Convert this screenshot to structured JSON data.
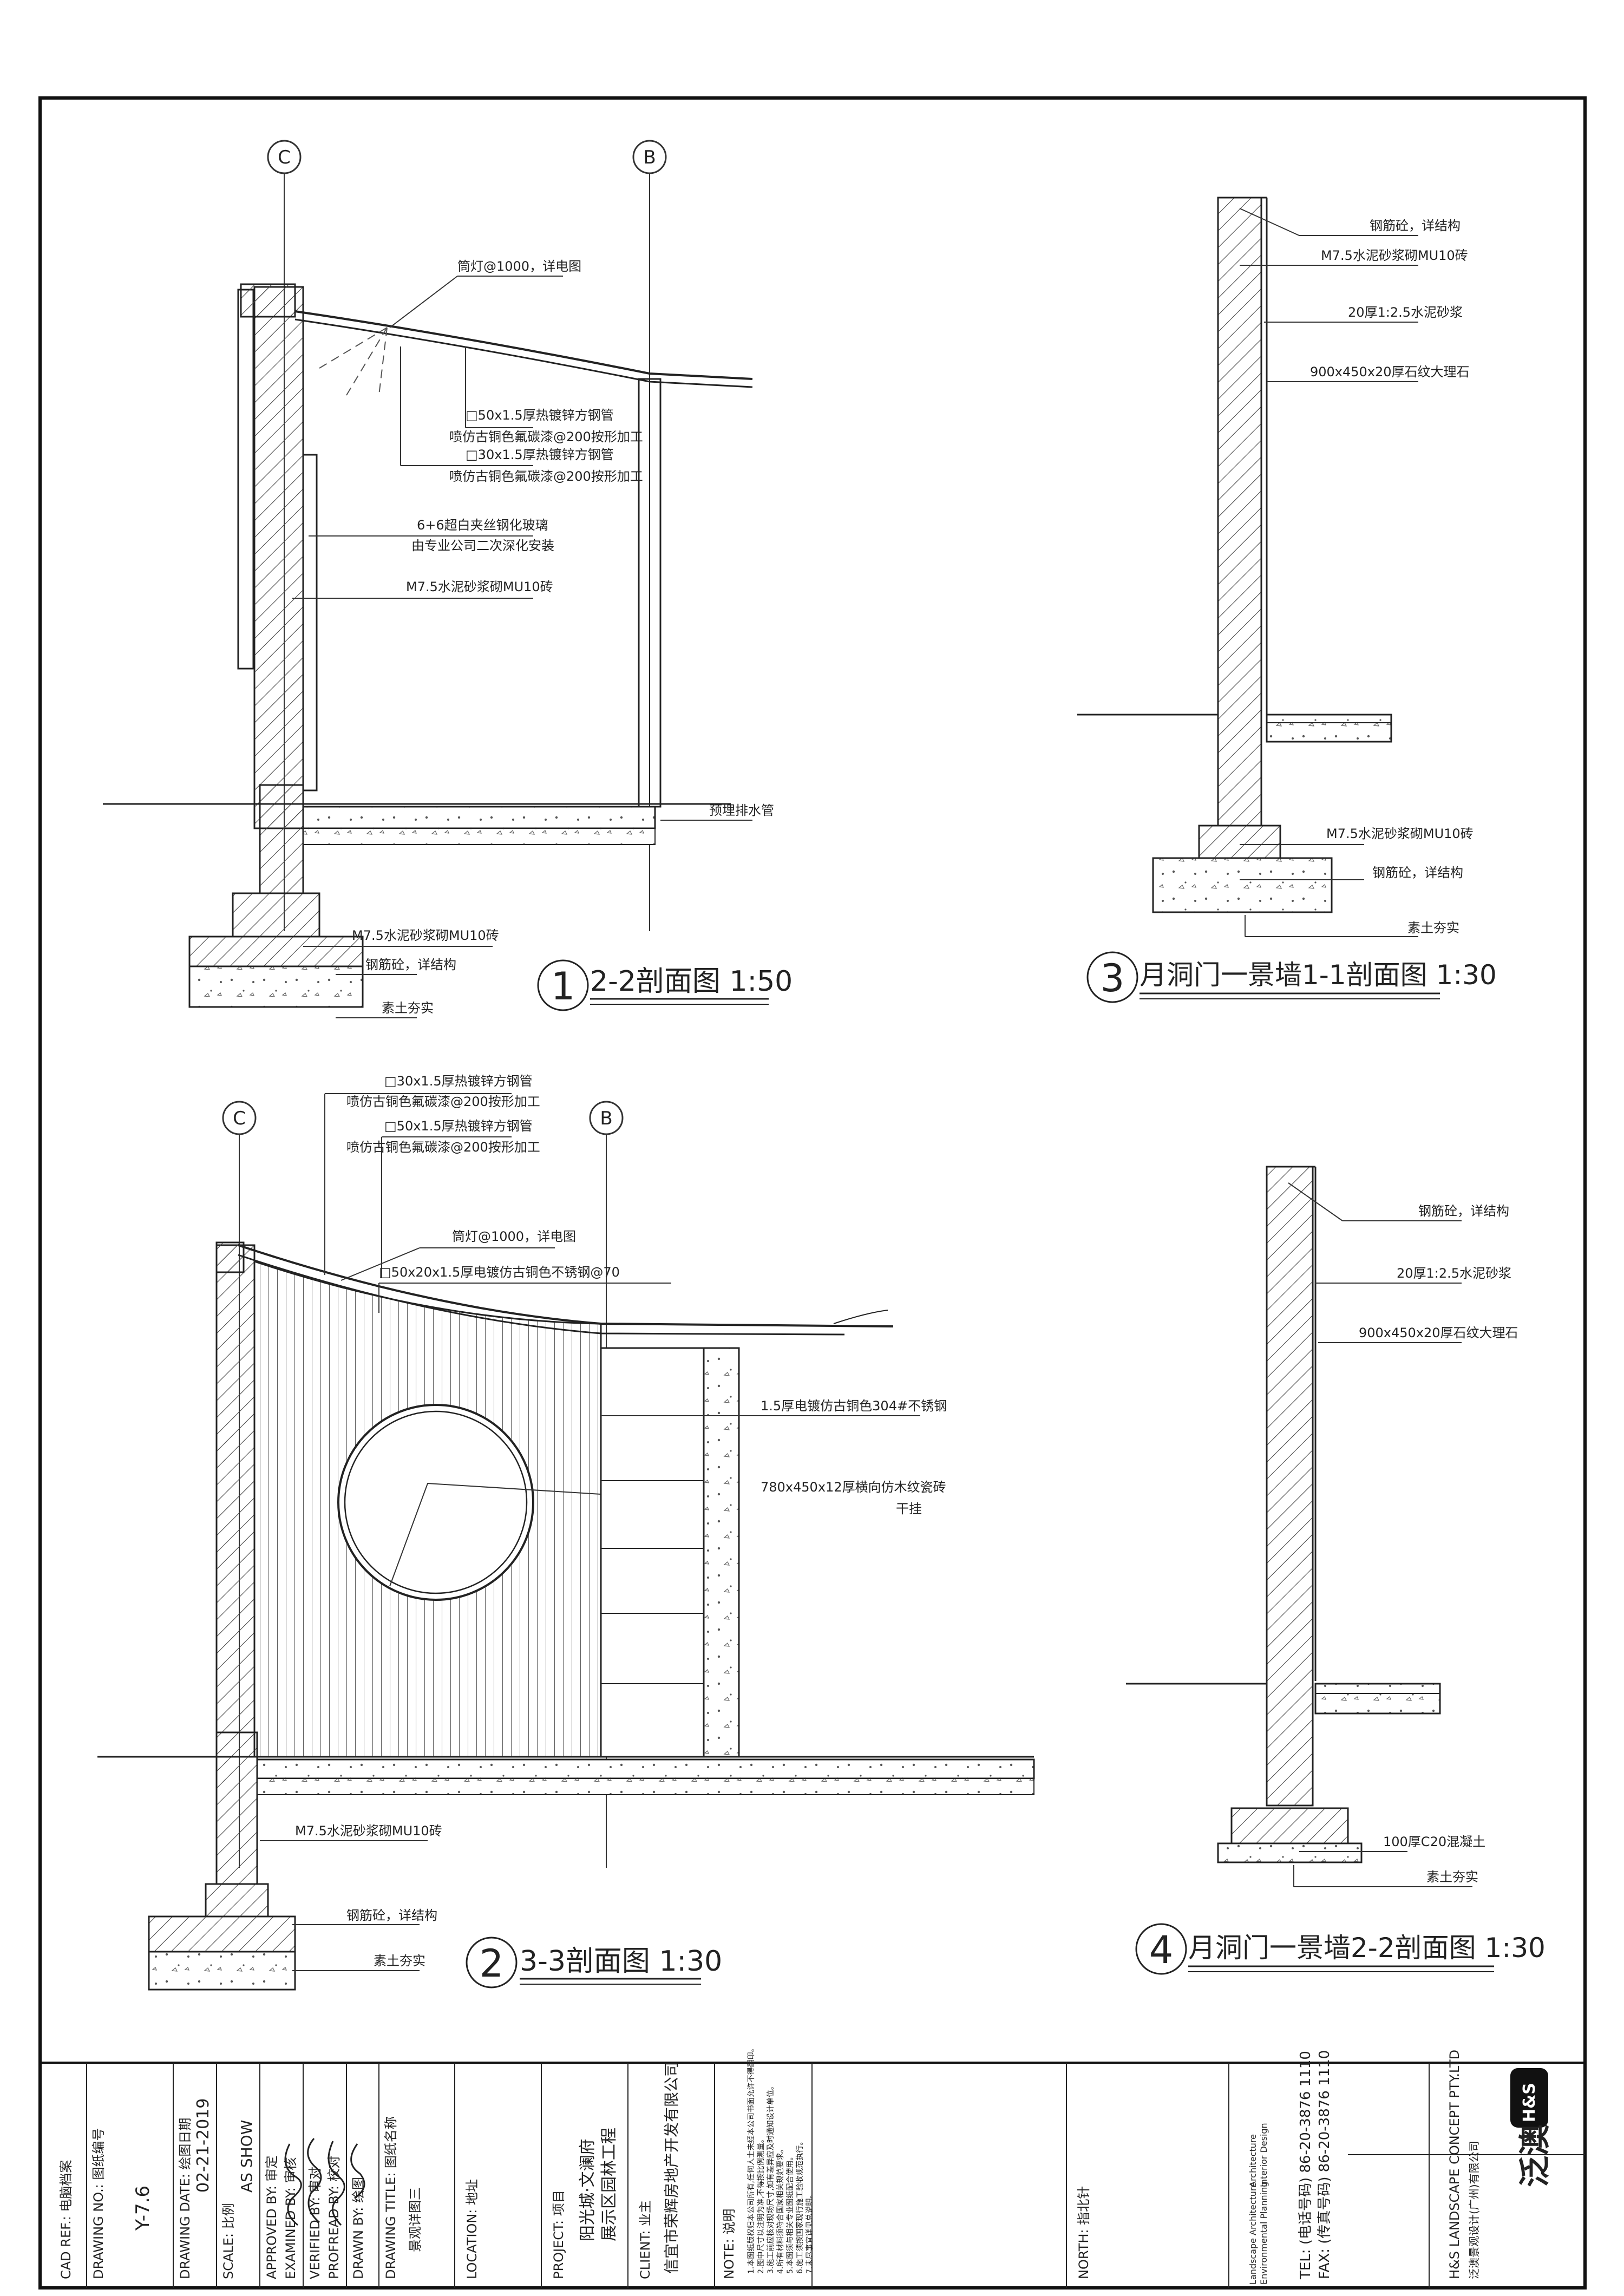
{
  "sections": [
    {
      "number": "1",
      "title": "2-2剖面图 1:50"
    },
    {
      "number": "2",
      "title": "3-3剖面图 1:30"
    },
    {
      "number": "3",
      "title": "月洞门一景墙1-1剖面图 1:30"
    },
    {
      "number": "4",
      "title": "月洞门一景墙2-2剖面图 1:30"
    }
  ],
  "grid_markers": {
    "c": "C",
    "b": "B"
  },
  "callouts_1": [
    "筒灯@1000，详电图",
    "□50x1.5厚热镀锌方钢管",
    "喷仿古铜色氟碳漆@200按形加工",
    "□30x1.5厚热镀锌方钢管",
    "喷仿古铜色氟碳漆@200按形加工",
    "6+6超白夹丝钢化玻璃",
    "由专业公司二次深化安装",
    "M7.5水泥砂浆砌MU10砖",
    "预埋排水管",
    "M7.5水泥砂浆砌MU10砖",
    "钢筋砼，详结构",
    "素土夯实"
  ],
  "callouts_2": [
    "□30x1.5厚热镀锌方钢管",
    "喷仿古铜色氟碳漆@200按形加工",
    "□50x1.5厚热镀锌方钢管",
    "喷仿古铜色氟碳漆@200按形加工",
    "筒灯@1000，详电图",
    "□50x20x1.5厚电镀仿古铜色不锈钢@70",
    "1.5厚电镀仿古铜色304#不锈钢",
    "780x450x12厚横向仿木纹瓷砖",
    "干挂",
    "M7.5水泥砂浆砌MU10砖",
    "钢筋砼，详结构",
    "素土夯实"
  ],
  "callouts_3": [
    "钢筋砼，详结构",
    "M7.5水泥砂浆砌MU10砖",
    "20厚1:2.5水泥砂浆",
    "900x450x20厚石纹大理石",
    "M7.5水泥砂浆砌MU10砖",
    "钢筋砼，详结构",
    "素土夯实"
  ],
  "callouts_4": [
    "钢筋砼，详结构",
    "20厚1:2.5水泥砂浆",
    "900x450x20厚石纹大理石",
    "100厚C20混凝土",
    "素土夯实"
  ],
  "title_block": {
    "cad_ref_label": "CAD REF.: 电脑档案",
    "drawing_no_label": "DRAWING NO.: 图纸编号",
    "drawing_no": "Y-7.6",
    "drawing_date_label": "DRAWING DATE: 绘图日期",
    "drawing_date": "02-21-2019",
    "scale_label": "SCALE: 比例",
    "scale": "AS SHOW",
    "approved_label": "APPROVED BY: 审定",
    "examined_label": "EXAMINED BY: 审核",
    "verified_label": "VERIFIED BY: 审对",
    "proofread_label": "PROFREAD BY: 校对",
    "drawn_label": "DRAWN BY: 绘图",
    "drawing_title_label": "DRAWING TITLE: 图纸名称",
    "drawing_title": "景观详图三",
    "location_label": "LOCATION: 地址",
    "project_label": "PROJECT: 项目",
    "project_line1": "阳光城·文澜府",
    "project_line2": "展示区园林工程",
    "client_label": "CLIENT: 业主",
    "client": "信宜市荣辉房地产开发有限公司",
    "note_label": "NOTE: 说明",
    "notes": [
      "1.本图纸版权归本公司所有,任何人士未经本公司书面允许不得翻印。",
      "2.图中尺寸以注明为准,不得按比例测量。",
      "3.施工前应核对现场尺寸,如有差异应及时通知设计单位。",
      "4.所有材料须符合国家相关规范要求。",
      "5.本图须与相关专业图纸配合使用。",
      "6.施工须按国家现行施工验收规范执行。",
      "7.未尽事宜详见总说明。"
    ],
    "north_label": "NORTH: 指北针",
    "firm_en": "H&S LANDSCAPE CONCEPT PTY.LTD",
    "firm_cn_sub": "泛澳景观设计(广州)有限公司",
    "tel": "TEL: (电话号码) 86-20-3876 1110",
    "fax": "FAX: (传真号码) 86-20-3876 1110",
    "service1": "Landscape Architecture",
    "service2": "Architecture",
    "service3": "Environmental Planning",
    "service4": "Interior Design",
    "logo_text": "H&S",
    "brand_cn": "泛澳"
  }
}
